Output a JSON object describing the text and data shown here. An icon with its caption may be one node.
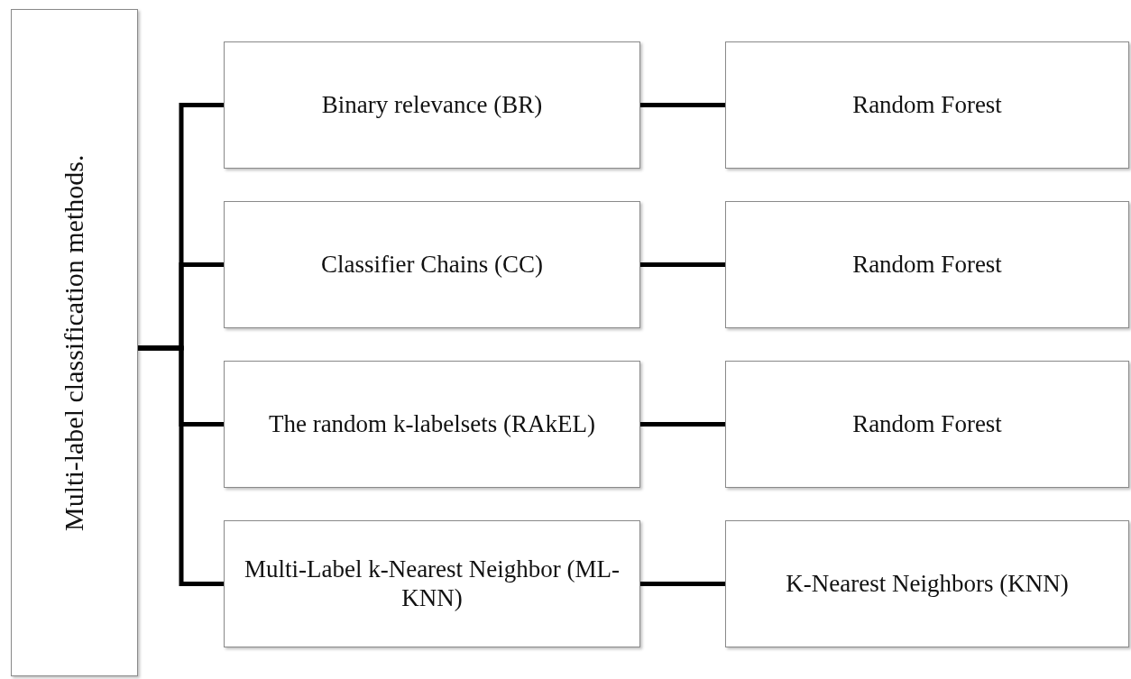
{
  "diagram": {
    "nodes": [
      {
        "text": [
          "Multi-label classification methods."
        ]
      },
      {
        "text": [
          "Binary relevance (BR)"
        ]
      },
      {
        "text": [
          "Random Forest"
        ]
      },
      {
        "text": [
          "Classifier Chains (CC)"
        ]
      },
      {
        "text": [
          "Random Forest"
        ]
      },
      {
        "text": [
          "The random k-labelsets (RAkEL)"
        ]
      },
      {
        "text": [
          "Random Forest"
        ]
      },
      {
        "text": [
          "Multi-Label k-Nearest Neighbor (ML-KNN)"
        ]
      },
      {
        "text": [
          "K-Nearest Neighbors (KNN)"
        ]
      }
    ],
    "edges": [
      {
        "from": 0,
        "to": 1,
        "arrow": "none"
      },
      {
        "from": 0,
        "to": 3,
        "arrow": "none"
      },
      {
        "from": 0,
        "to": 5,
        "arrow": "none"
      },
      {
        "from": 0,
        "to": 7,
        "arrow": "none"
      },
      {
        "from": 1,
        "to": 2,
        "arrow": "none"
      },
      {
        "from": 3,
        "to": 4,
        "arrow": "none"
      },
      {
        "from": 5,
        "to": 6,
        "arrow": "none"
      },
      {
        "from": 7,
        "to": 8,
        "arrow": "none"
      }
    ]
  }
}
